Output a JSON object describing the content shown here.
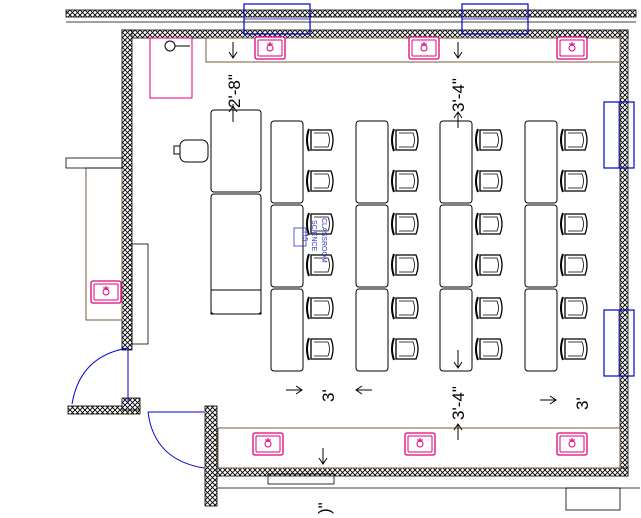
{
  "plan": {
    "room_number": "115",
    "room_name_line1": "SCIENCE",
    "room_name_line2": "CLASSROOM"
  },
  "dimensions": {
    "left_gap": "2'-8\"",
    "top_aisle": "3'-4\"",
    "bottom_aisle": "3'-4\"",
    "left_bottom": "3'",
    "right_bottom": "3'",
    "bottom_cut": ")\""
  },
  "layout": {
    "table_columns": 4,
    "table_rows": 3,
    "chairs_per_table": 2
  },
  "colors": {
    "wall_hatch": "#000000",
    "window": "#0000cc",
    "sink": "#e0007a",
    "counter": "#7a5a3a",
    "line": "#000000"
  },
  "icons": {
    "sink": "sink-icon",
    "chair": "chair-icon",
    "window": "window-icon",
    "door": "door-swing-icon"
  }
}
